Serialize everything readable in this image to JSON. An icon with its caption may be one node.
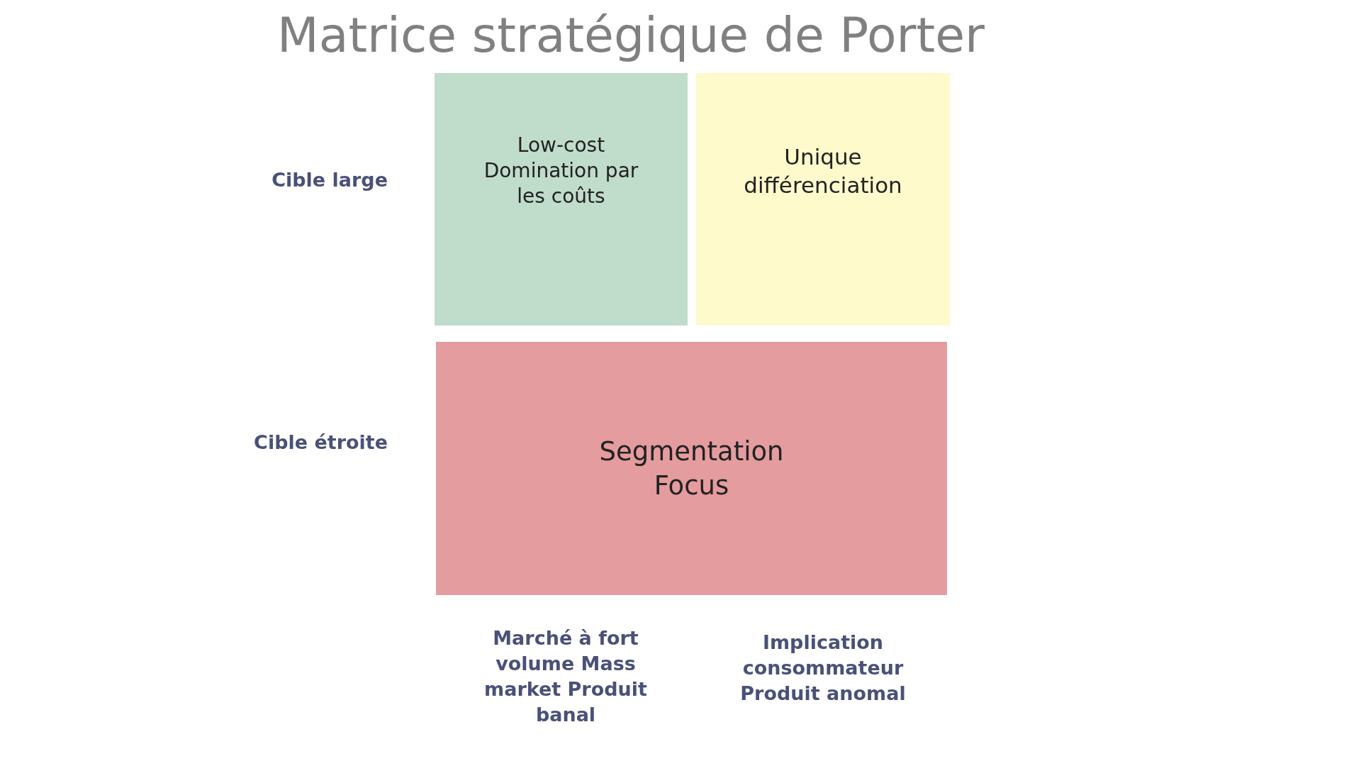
{
  "diagram": {
    "title": "Matrice stratégique de Porter",
    "nodes": [
      {
        "text": [
          "Low-cost Domination par les coûts"
        ]
      },
      {
        "text": [
          "Unique différenciation"
        ]
      },
      {
        "text": [
          "Segmentation Focus"
        ]
      }
    ],
    "labels": [
      "Cible large",
      "Cible étroite",
      "Marché à fort volume Mass market Produit banal",
      "Implication consommateur Produit anomal"
    ]
  }
}
